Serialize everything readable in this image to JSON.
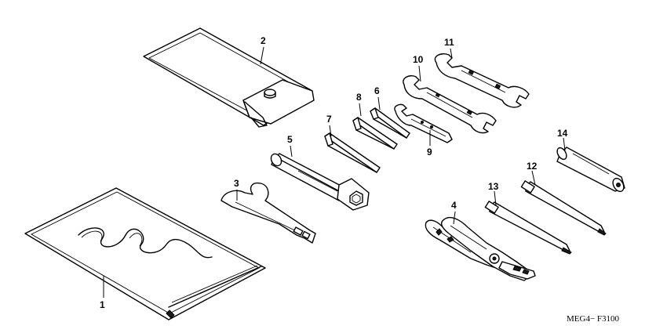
{
  "callouts": [
    {
      "id": "1",
      "label": "1"
    },
    {
      "id": "2",
      "label": "2"
    },
    {
      "id": "3",
      "label": "3"
    },
    {
      "id": "4",
      "label": "4"
    },
    {
      "id": "5",
      "label": "5"
    },
    {
      "id": "6",
      "label": "6"
    },
    {
      "id": "7",
      "label": "7"
    },
    {
      "id": "8",
      "label": "8"
    },
    {
      "id": "9",
      "label": "9"
    },
    {
      "id": "10",
      "label": "10"
    },
    {
      "id": "11",
      "label": "11"
    },
    {
      "id": "12",
      "label": "12"
    },
    {
      "id": "13",
      "label": "13"
    },
    {
      "id": "14",
      "label": "14"
    }
  ],
  "reference_code": "MEG4− F3100"
}
